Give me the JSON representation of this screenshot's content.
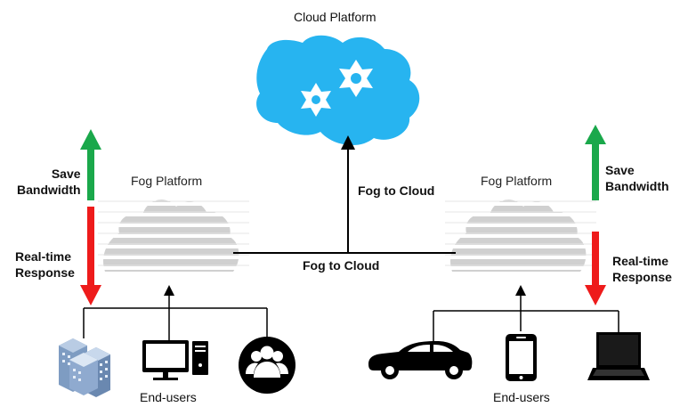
{
  "cloud": {
    "title": "Cloud Platform"
  },
  "fog_left": {
    "title": "Fog Platform"
  },
  "fog_right": {
    "title": "Fog Platform"
  },
  "links": {
    "fog_to_cloud_vertical": "Fog to Cloud",
    "fog_to_cloud_horizontal": "Fog to Cloud"
  },
  "left_side": {
    "save_bandwidth": "Save\nBandwidth",
    "realtime": "Real-time\nResponse"
  },
  "right_side": {
    "save_bandwidth": "Save\nBandwidth",
    "realtime": "Real-time\nResponse"
  },
  "end_users_left": {
    "label": "End-users"
  },
  "end_users_right": {
    "label": "End-users"
  },
  "icons_left": [
    "buildings-icon",
    "desktop-computer-icon",
    "users-group-icon"
  ],
  "icons_right": [
    "car-icon",
    "smartphone-icon",
    "laptop-icon"
  ],
  "colors": {
    "cloud": "#27B4F0",
    "up_arrow": "#1AA84B",
    "down_arrow": "#EE1B1B",
    "fog": "#D0D0D0"
  }
}
